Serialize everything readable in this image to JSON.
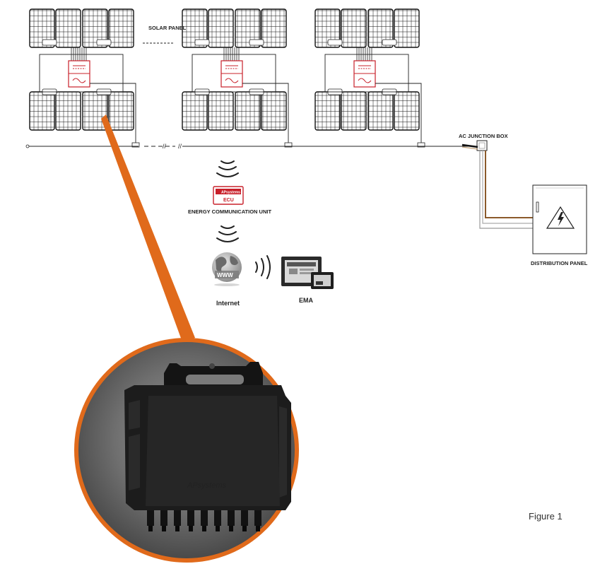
{
  "labels": {
    "solar_panel": "SOLAR PANEL",
    "ac_junction_box": "AC JUNCTION BOX",
    "ecu_unit": "ENERGY COMMUNICATION UNIT",
    "ecu_brand": "APsystems",
    "ecu_short": "ECU",
    "distribution_panel": "DISTRIBUTION PANEL",
    "internet": "Internet",
    "www": "WWW",
    "ema": "EMA",
    "figure": "Figure 1",
    "device_logo": "APsystems"
  },
  "colors": {
    "accent_orange": "#e06a1b",
    "ecu_red": "#c8202a",
    "ac_wire_brown": "#8b5a2b"
  },
  "icons": {
    "lightning": "lightning-bolt-icon",
    "globe": "globe-icon",
    "wireless": "wireless-signal-icon",
    "tablet": "tablet-icon"
  }
}
